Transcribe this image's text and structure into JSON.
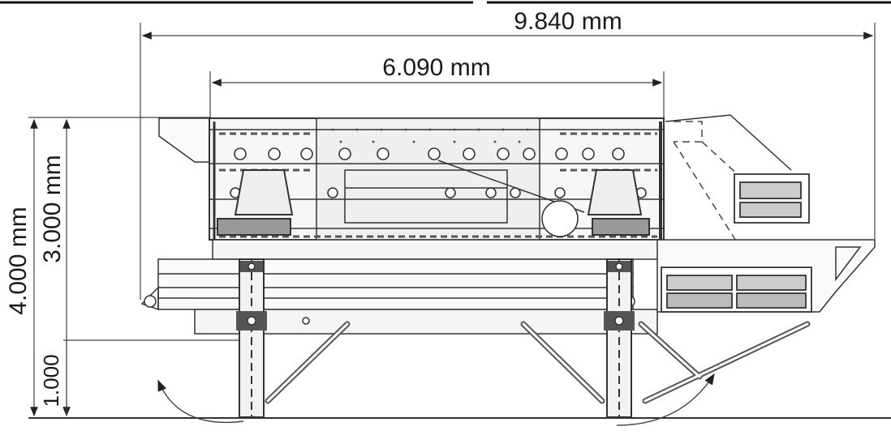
{
  "dimensions": {
    "overall_length": "9.840 mm",
    "screen_length": "6.090 mm",
    "total_height": "4.000 mm",
    "screen_height": "3.000 mm",
    "clearance_height": "1.000"
  }
}
